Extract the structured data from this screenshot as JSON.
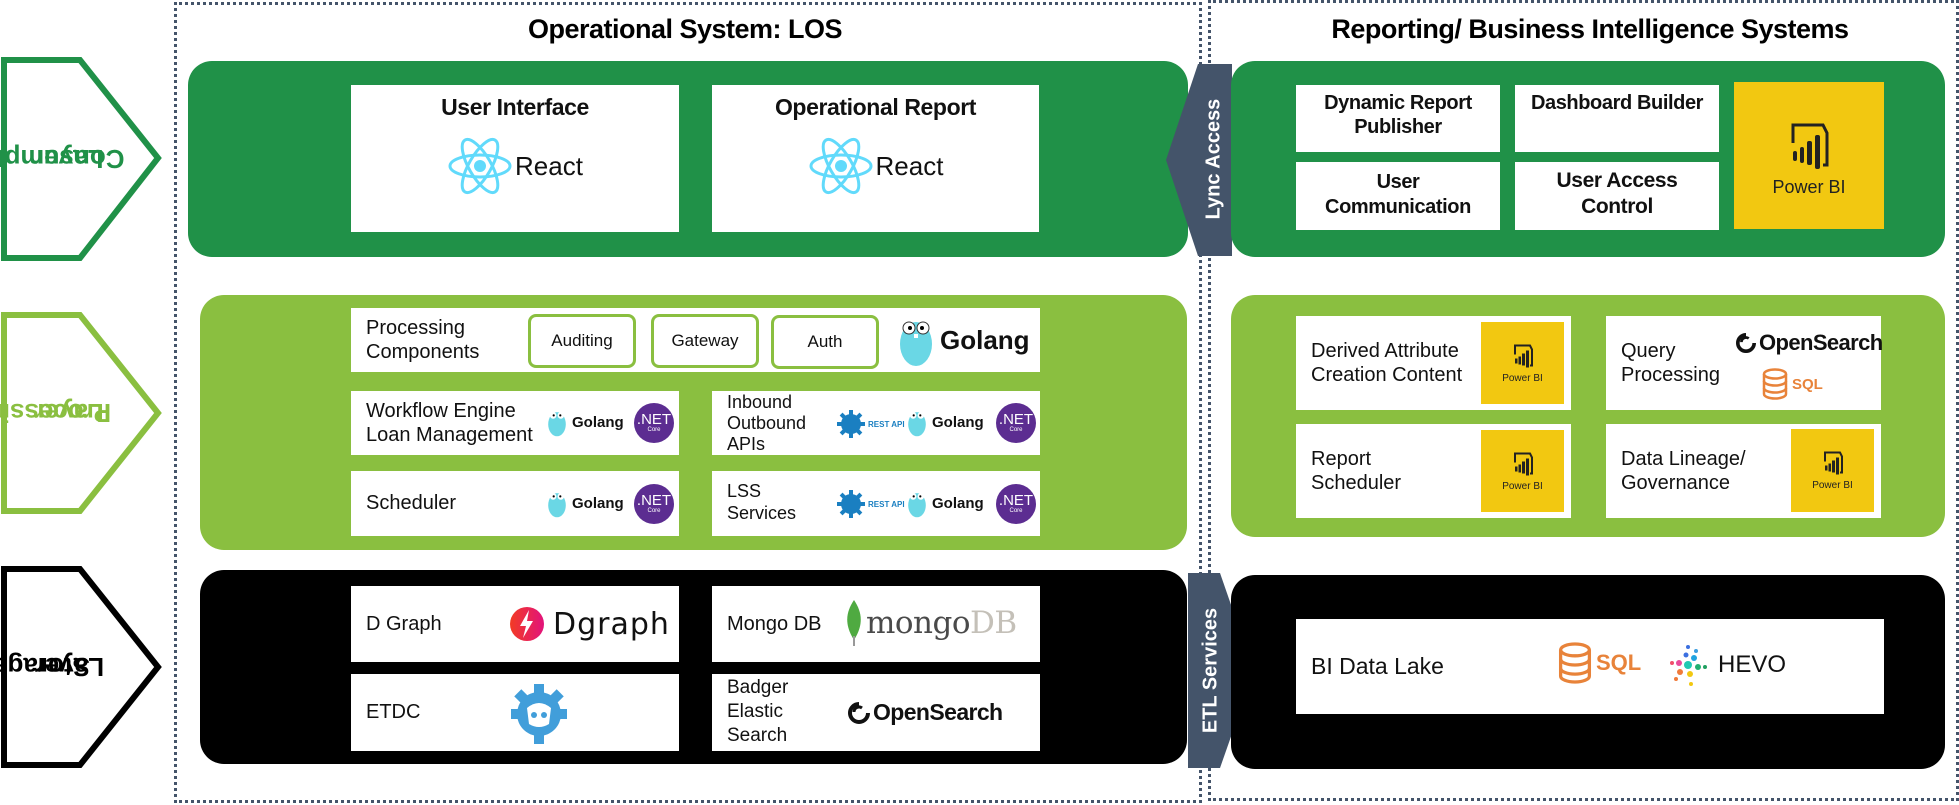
{
  "titles": {
    "operational": "Operational System: LOS",
    "reporting": "Reporting/ Business Intelligence Systems"
  },
  "layers": [
    {
      "name": "Consumption",
      "line1": "Consumption",
      "line2": "Layer",
      "color": "#209148"
    },
    {
      "name": "Processing",
      "line1": "Processing",
      "line2": "Layer",
      "color": "#8abf40"
    },
    {
      "name": "Storage",
      "line1": "Storage",
      "line2": "Layer",
      "color": "#000000"
    }
  ],
  "colors": {
    "consumption_panel": "#209148",
    "processing_panel": "#8abf40",
    "storage_panel": "#000000",
    "connector": "#44546a",
    "powerbi_yellow": "#f2c811",
    "react_blue": "#61dafb",
    "golang_blue": "#6ad7e5",
    "netcore_purple": "#5c2d91",
    "sql_orange": "#e8833a"
  },
  "connectors": {
    "lync": "Lync Access",
    "etl": "ETL Services"
  },
  "operational": {
    "consumption": [
      {
        "title": "User Interface",
        "tech": "React"
      },
      {
        "title": "Operational Report",
        "tech": "React"
      }
    ],
    "processing": {
      "components_label_1": "Processing",
      "components_label_2": "Components",
      "pills": [
        "Auditing",
        "Gateway",
        "Auth"
      ],
      "golang": "Golang",
      "rows": [
        {
          "line1": "Workflow Engine",
          "line2": "Loan Management",
          "line3": "",
          "golang": "Golang",
          "net": ".NET",
          "core": "Core"
        },
        {
          "line1": "Inbound",
          "line2": "Outbound",
          "line3": "APIs",
          "rest": "REST API",
          "golang": "Golang",
          "net": ".NET",
          "core": "Core"
        },
        {
          "line1": "Scheduler",
          "line2": "",
          "line3": "",
          "golang": "Golang",
          "net": ".NET",
          "core": "Core"
        },
        {
          "line1": "LSS",
          "line2": "Services",
          "line3": "",
          "rest": "REST API",
          "golang": "Golang",
          "net": ".NET",
          "core": "Core"
        }
      ]
    },
    "storage": [
      {
        "label": "D Graph",
        "logo": "Dgraph"
      },
      {
        "label": "ETDC",
        "logo": ""
      },
      {
        "label": "Mongo DB",
        "logo_a": "mongo",
        "logo_b": "DB"
      },
      {
        "line1": "Badger",
        "line2": "Elastic",
        "line3": "Search",
        "logo": "OpenSearch"
      }
    ]
  },
  "reporting": {
    "consumption": {
      "boxes": [
        {
          "line1": "Dynamic Report",
          "line2": "Publisher"
        },
        {
          "line1": "Dashboard Builder",
          "line2": ""
        },
        {
          "line1": "User",
          "line2": "Communication"
        },
        {
          "line1": "User Access",
          "line2": "Control"
        }
      ],
      "powerbi": "Power BI"
    },
    "processing": [
      {
        "line1": "Derived Attribute",
        "line2": "Creation Content",
        "logo": "Power BI"
      },
      {
        "line1": "Query",
        "line2": "Processing",
        "logo1": "OpenSearch",
        "logo2": "SQL"
      },
      {
        "line1": "Report",
        "line2": "Scheduler",
        "logo": "Power BI"
      },
      {
        "line1": "Data Lineage/",
        "line2": "Governance",
        "logo": "Power BI"
      }
    ],
    "storage": {
      "label": "BI Data Lake",
      "sql": "SQL",
      "hevo": "HEVO"
    }
  }
}
